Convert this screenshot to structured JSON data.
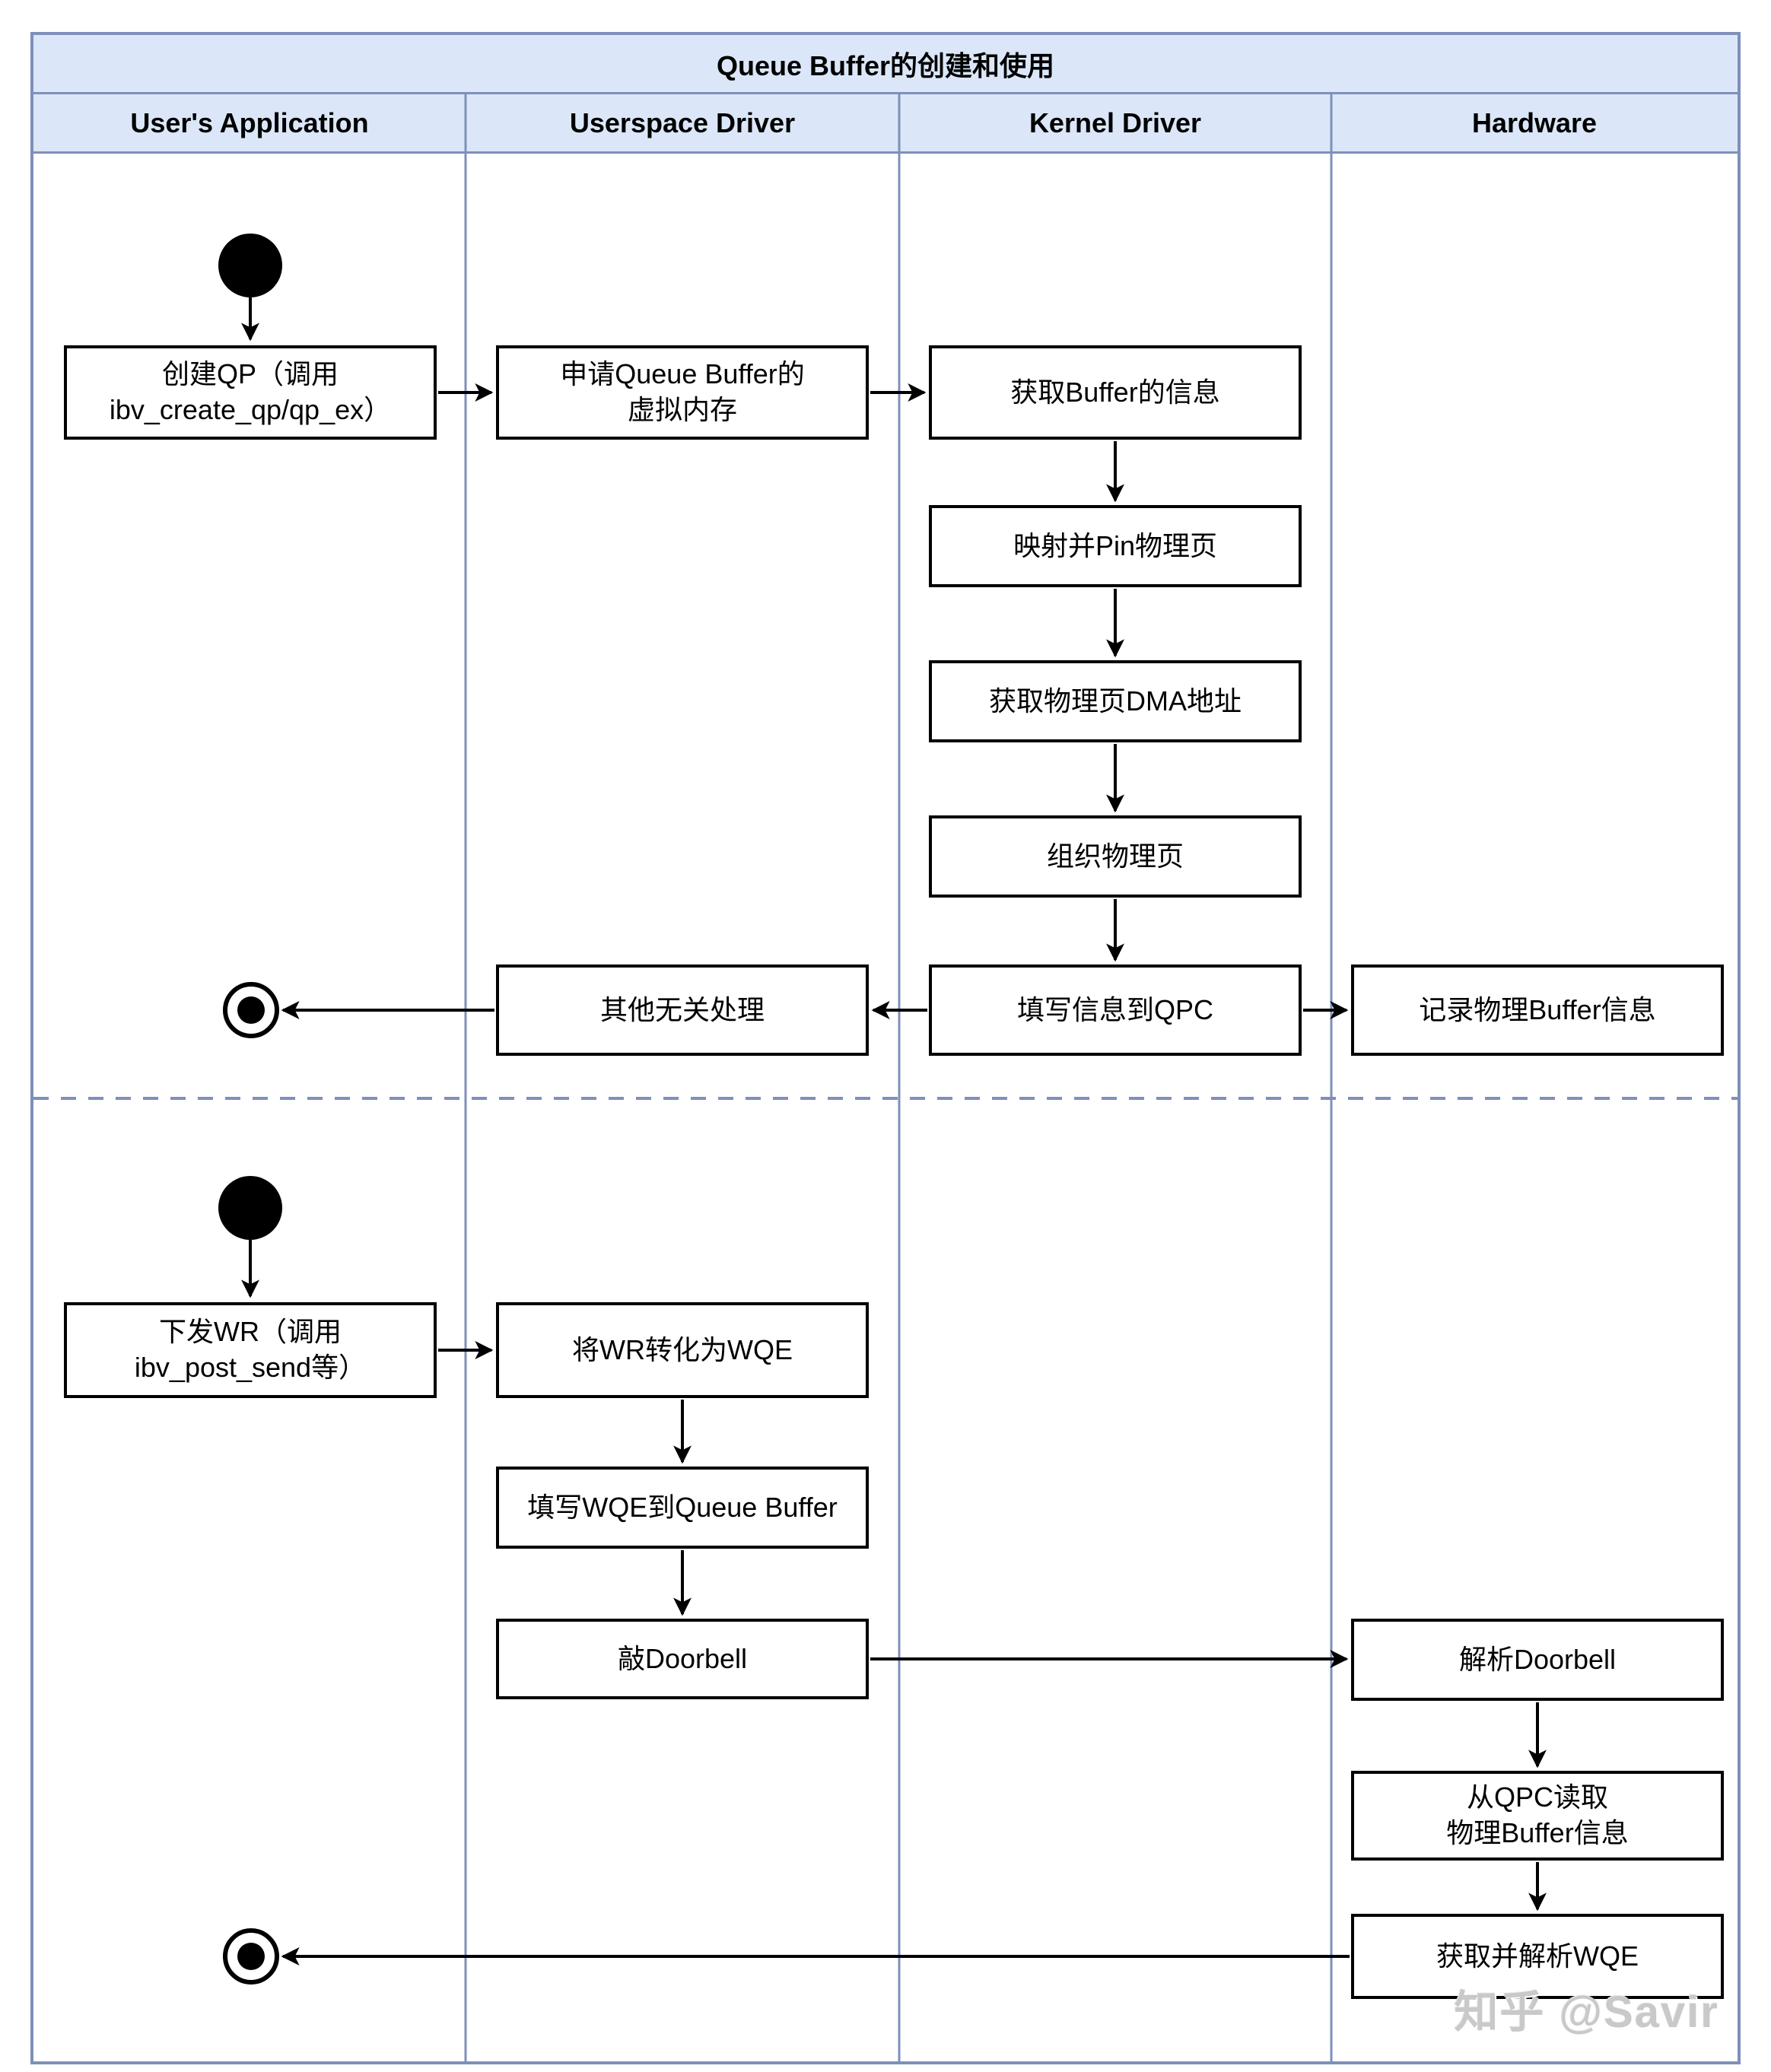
{
  "title": "Queue Buffer的创建和使用",
  "lanes": [
    {
      "label": "User's Application"
    },
    {
      "label": "Userspace Driver"
    },
    {
      "label": "Kernel Driver"
    },
    {
      "label": "Hardware"
    }
  ],
  "nodes": {
    "create_qp": "创建QP（调用\nibv_create_qp/qp_ex）",
    "alloc_virtual_memory": "申请Queue Buffer的\n虚拟内存",
    "get_buffer_info": "获取Buffer的信息",
    "map_pin_pages": "映射并Pin物理页",
    "get_dma_addr": "获取物理页DMA地址",
    "organize_pages": "组织物理页",
    "other_processing": "其他无关处理",
    "fill_qpc": "填写信息到QPC",
    "record_buffer_info": "记录物理Buffer信息",
    "post_wr": "下发WR（调用\nibv_post_send等）",
    "wr_to_wqe": "将WR转化为WQE",
    "fill_wqe": "填写WQE到Queue Buffer",
    "ring_doorbell": "敲Doorbell",
    "parse_doorbell": "解析Doorbell",
    "read_qpc": "从QPC读取\n物理Buffer信息",
    "fetch_parse_wqe": "获取并解析WQE"
  },
  "watermark": "知乎 @Savir",
  "colors": {
    "lane_fill": "#dbe7f8",
    "lane_line": "#7e90ba",
    "node_border": "#000000",
    "arrow": "#000000",
    "watermark_gray": "#c9c9c9"
  }
}
